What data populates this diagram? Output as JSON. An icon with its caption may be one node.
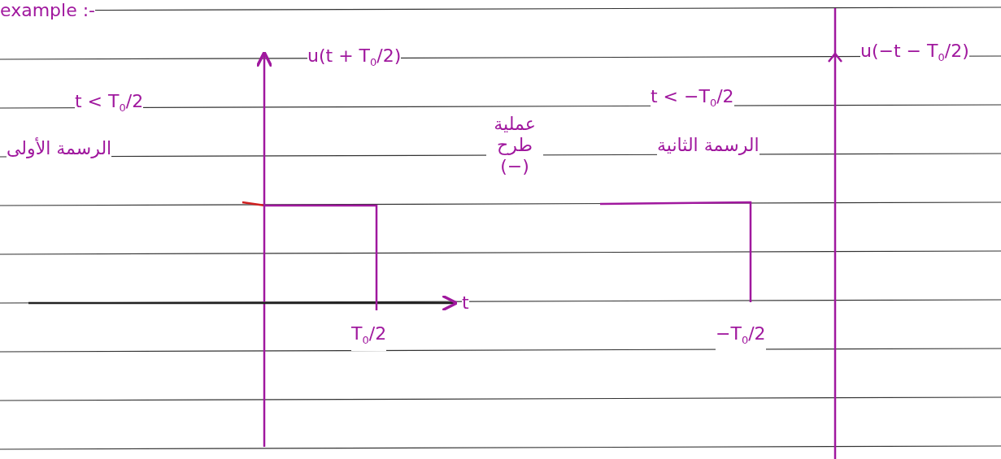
{
  "diagram": {
    "labels": [
      "example :-",
      "u(t + T$_{0}$/2)",
      "t < T$_{0}$/2",
      "الرسمة الأولى",
      "عملية طرح (−)",
      "t < −T$_{0}$/2",
      "الرسمة الثانية",
      "u(−t − T$_{0}$/2)",
      "T$_{0}$/2",
      "t",
      "−T$_{0}$/2"
    ]
  }
}
